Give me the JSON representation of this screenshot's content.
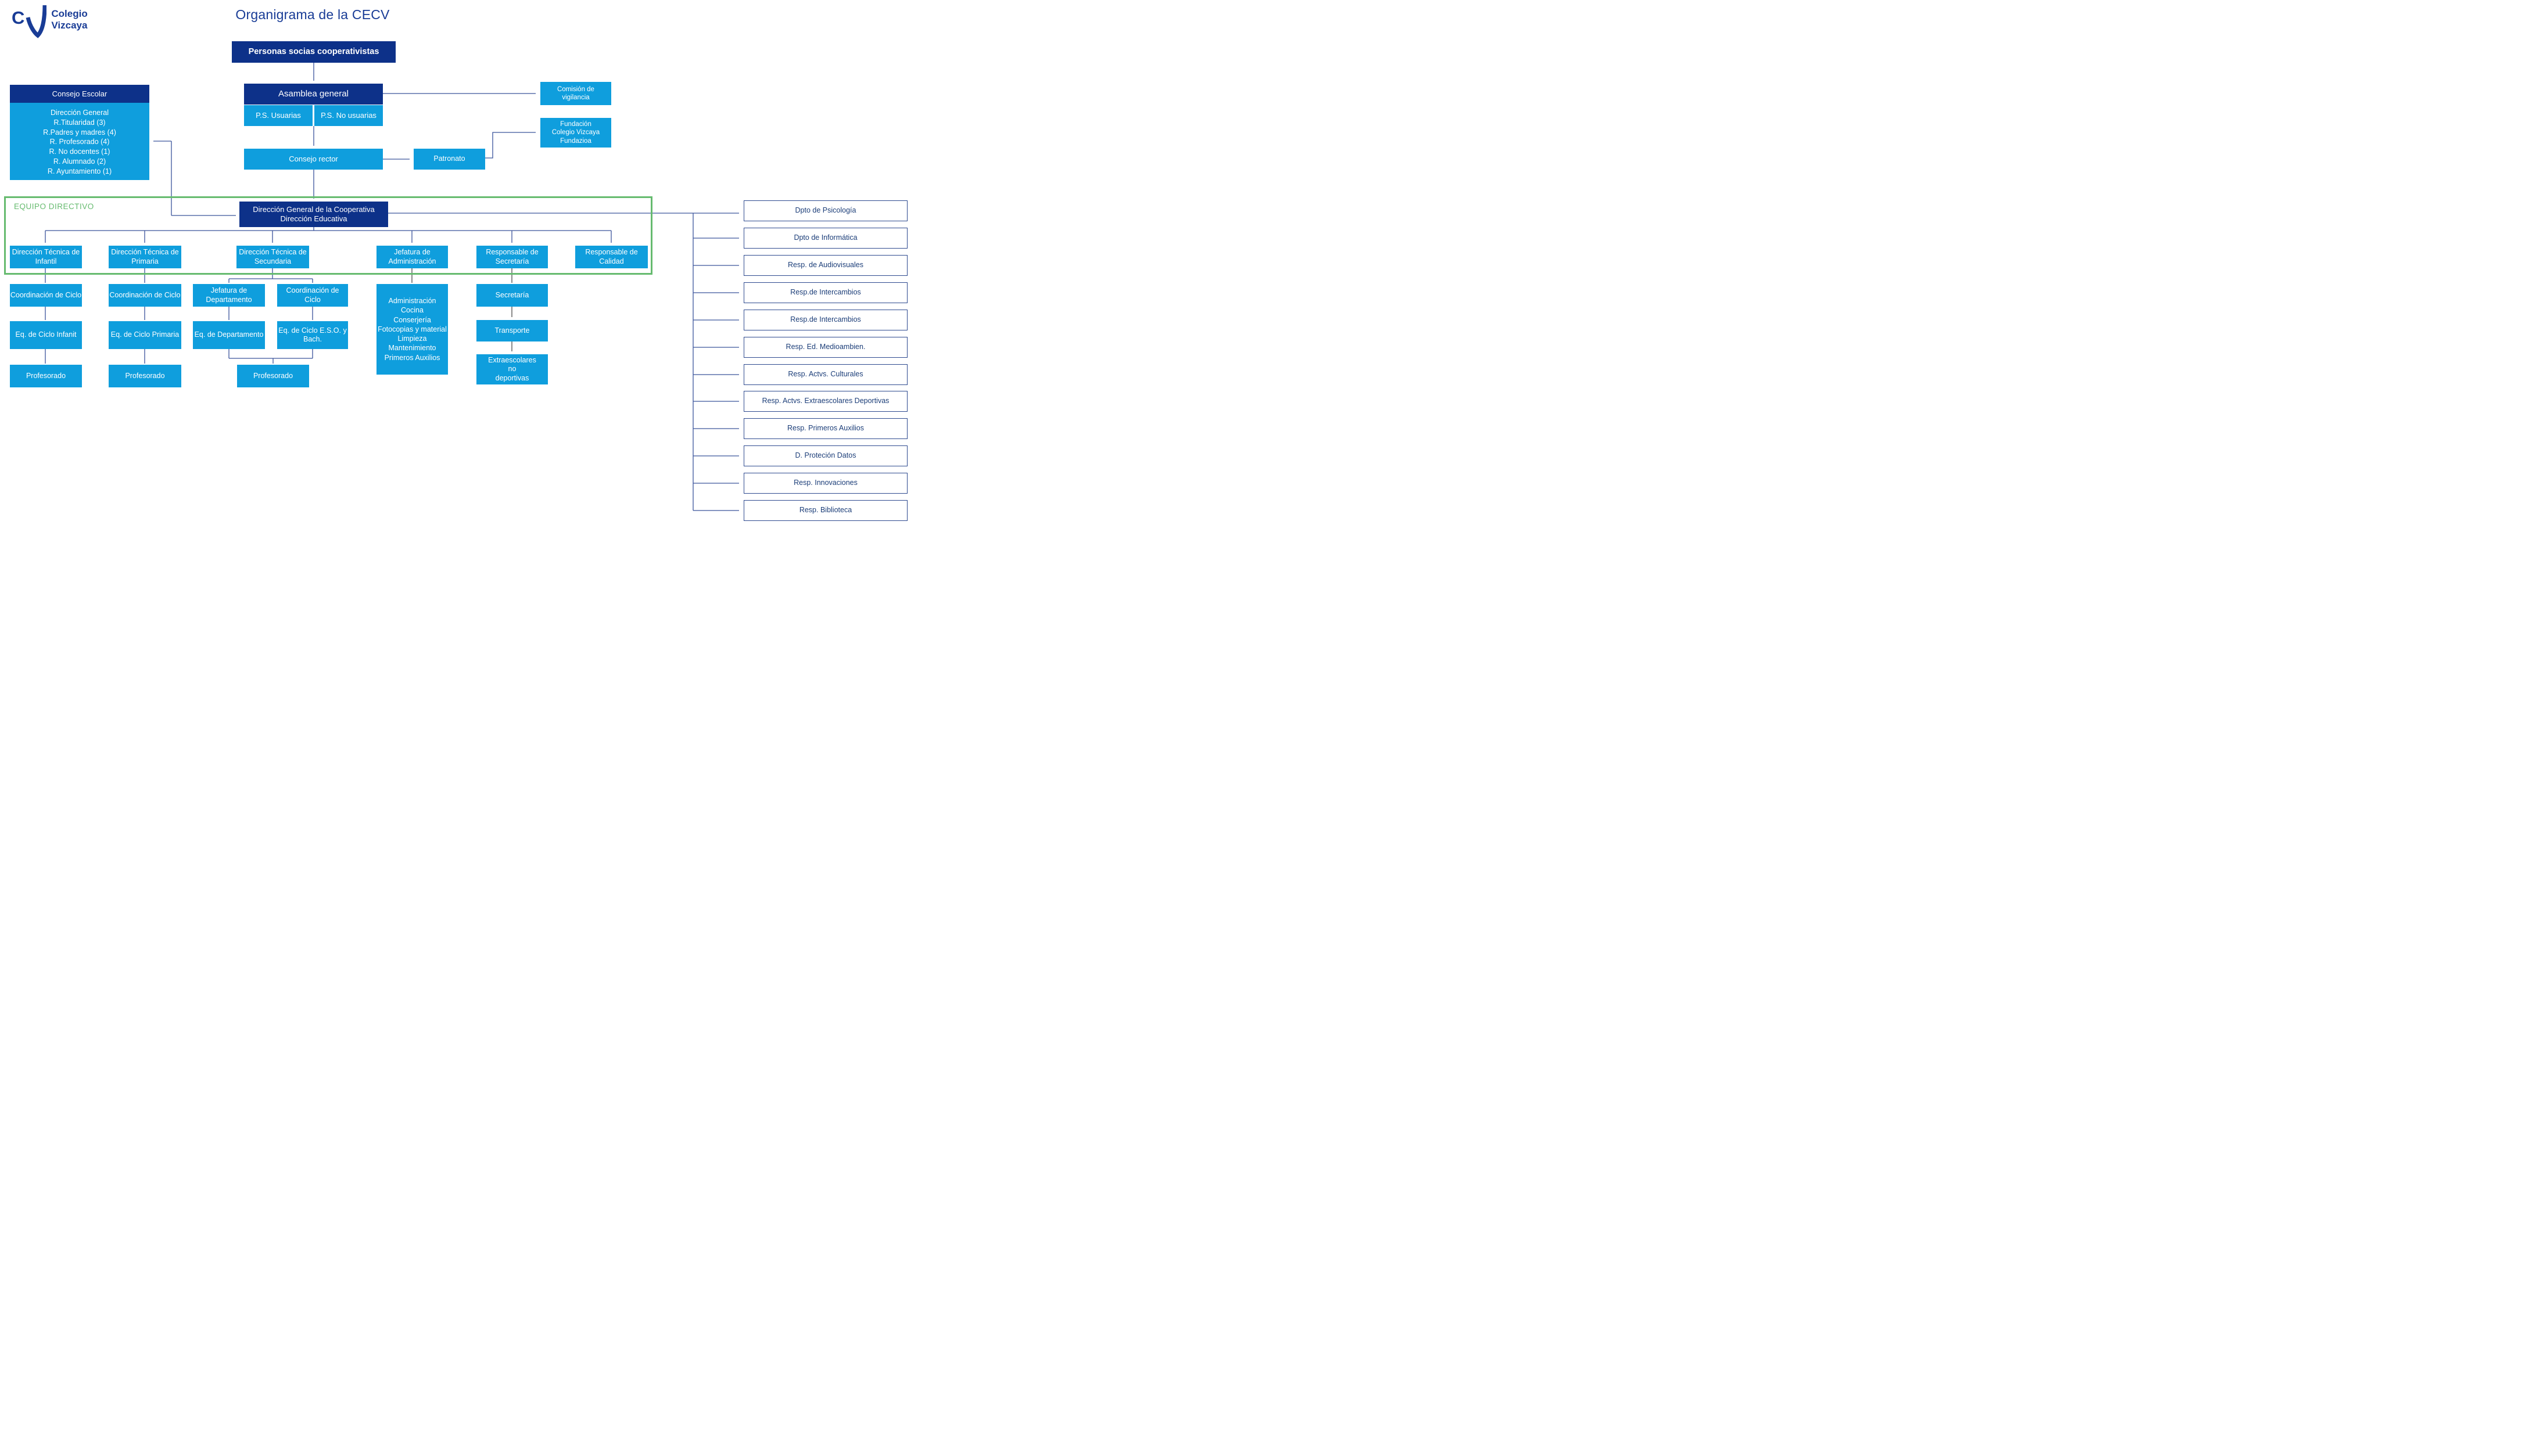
{
  "colors": {
    "navy": "#0d3189",
    "blue": "#0f9edd",
    "green": "#66bb6f",
    "line": "#3a539b",
    "marker": "#1c3a7c",
    "black-line": "#3c3c3c",
    "black-marker": "#111111",
    "title-text": "#193c96",
    "panel-border": "#2e4a8f",
    "panel-text": "#1b3d78"
  },
  "logo": {
    "letter": "C",
    "line1": "Colegio",
    "line2": "Vizcaya"
  },
  "title": "Organigrama de la CECV",
  "top": {
    "personas": "Personas socias cooperativistas",
    "asamblea": "Asamblea general",
    "ps_usuarias": "P.S. Usuarias",
    "ps_no_usuarias": "P.S. No usuarias",
    "comision": [
      "Comisión de",
      "vigilancia"
    ],
    "consejo_rector": "Consejo rector",
    "patronato": "Patronato",
    "fundacion": [
      "Fundación",
      "Colegio Vizcaya",
      "Fundazioa"
    ]
  },
  "consejo_escolar": {
    "title": "Consejo Escolar",
    "members": [
      "Dirección General",
      "R.Titularidad (3)",
      "R.Padres y madres (4)",
      "R. Profesorado (4)",
      "R. No docentes (1)",
      "R. Alumnado (2)",
      "R. Ayuntamiento (1)"
    ]
  },
  "equipo_directivo": {
    "label": "EQUIPO DIRECTIVO",
    "direccion_general": [
      "Dirección General de la Cooperativa",
      "Dirección Educativa"
    ],
    "roles": [
      "Dirección Técnica de Infantil",
      "Dirección Técnica de Primaria",
      "Dirección Técnica de Secundaria",
      "Jefatura de Administración",
      "Responsable de Secretaría",
      "Responsable de Calidad"
    ]
  },
  "infantil": {
    "coordinacion": "Coordinación de Ciclo",
    "equipo": "Eq. de Ciclo Infanit",
    "profesorado": "Profesorado"
  },
  "primaria": {
    "coordinacion": "Coordinación de Ciclo",
    "equipo": "Eq. de Ciclo Primaria",
    "profesorado": "Profesorado"
  },
  "secundaria": {
    "jefatura_departamento": "Jefatura de Departamento",
    "coordinacion": "Coordinación de Ciclo",
    "eq_departamento": "Eq. de Departamento",
    "eq_ciclo": "Eq. de Ciclo E.S.O. y Bach.",
    "profesorado": "Profesorado"
  },
  "administracion": {
    "servicios": [
      "Administración",
      "Cocina",
      "Conserjería",
      "Fotocopias y material",
      "Limpieza",
      "Mantenimiento",
      "Primeros Auxilios"
    ]
  },
  "secretaria_area": {
    "secretaria": "Secretaría",
    "transporte": "Transporte",
    "extraescolares": [
      "Extraescolares",
      "no",
      "deportivas"
    ]
  },
  "right_panel": [
    "Dpto de Psicología",
    "Dpto de Informática",
    "Resp. de Audiovisuales",
    "Resp.de Intercambios",
    "Resp.de Intercambios",
    "Resp. Ed. Medioambien.",
    "Resp. Actvs. Culturales",
    "Resp. Actvs. Extraescolares Deportivas",
    "Resp. Primeros Auxilios",
    "D. Proteción Datos",
    "Resp. Innovaciones",
    "Resp. Biblioteca"
  ]
}
